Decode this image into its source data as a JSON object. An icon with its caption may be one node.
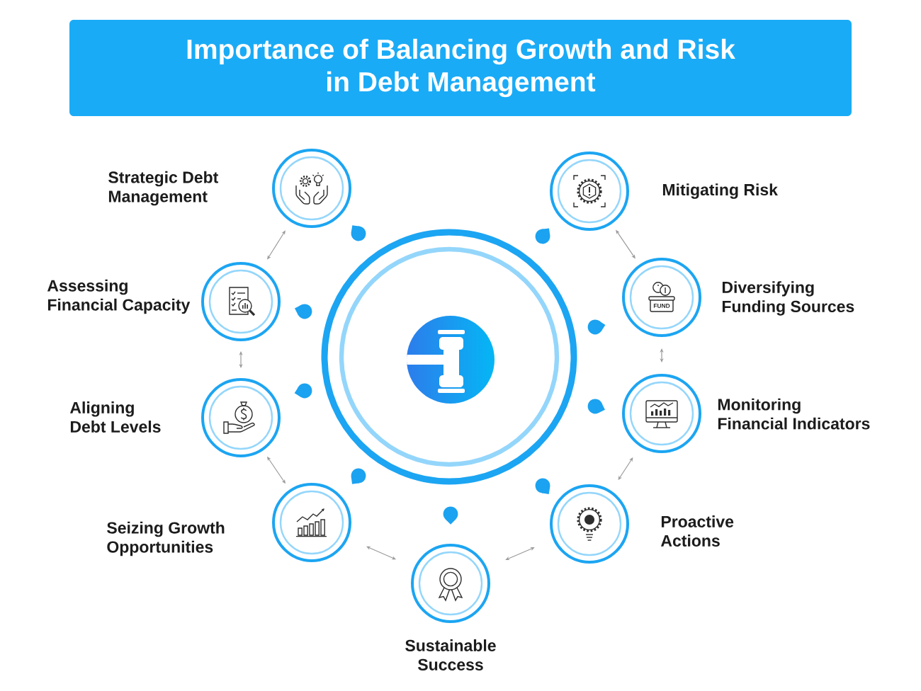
{
  "diagram": {
    "title": "Importance of Balancing Growth and Risk in Debt Management",
    "nodes": [
      {
        "text": [],
        "shape": "circle"
      },
      {
        "text": [
          "Strategic Debt Management"
        ]
      },
      {
        "text": [
          "Assessing Financial Capacity"
        ]
      },
      {
        "text": [
          "Aligning Debt Levels"
        ]
      },
      {
        "text": [
          "Seizing Growth Opportunities"
        ]
      },
      {
        "text": [
          "Sustainable Success"
        ]
      },
      {
        "text": [
          "Proactive Actions"
        ]
      },
      {
        "text": [
          "Monitoring Financial Indicators"
        ]
      },
      {
        "text": [
          "Diversifying Funding Sources"
        ]
      },
      {
        "text": [
          "Mitigating Risk"
        ]
      }
    ],
    "edges": [
      {
        "from": 1,
        "to": 2,
        "arrow": "both"
      },
      {
        "from": 2,
        "to": 3,
        "arrow": "both"
      },
      {
        "from": 3,
        "to": 4,
        "arrow": "both"
      },
      {
        "from": 4,
        "to": 5,
        "arrow": "both"
      },
      {
        "from": 5,
        "to": 6,
        "arrow": "both"
      },
      {
        "from": 6,
        "to": 7,
        "arrow": "both"
      },
      {
        "from": 7,
        "to": 8,
        "arrow": "both"
      },
      {
        "from": 8,
        "to": 9,
        "arrow": "both"
      }
    ],
    "labels": [
      "FUND"
    ]
  }
}
